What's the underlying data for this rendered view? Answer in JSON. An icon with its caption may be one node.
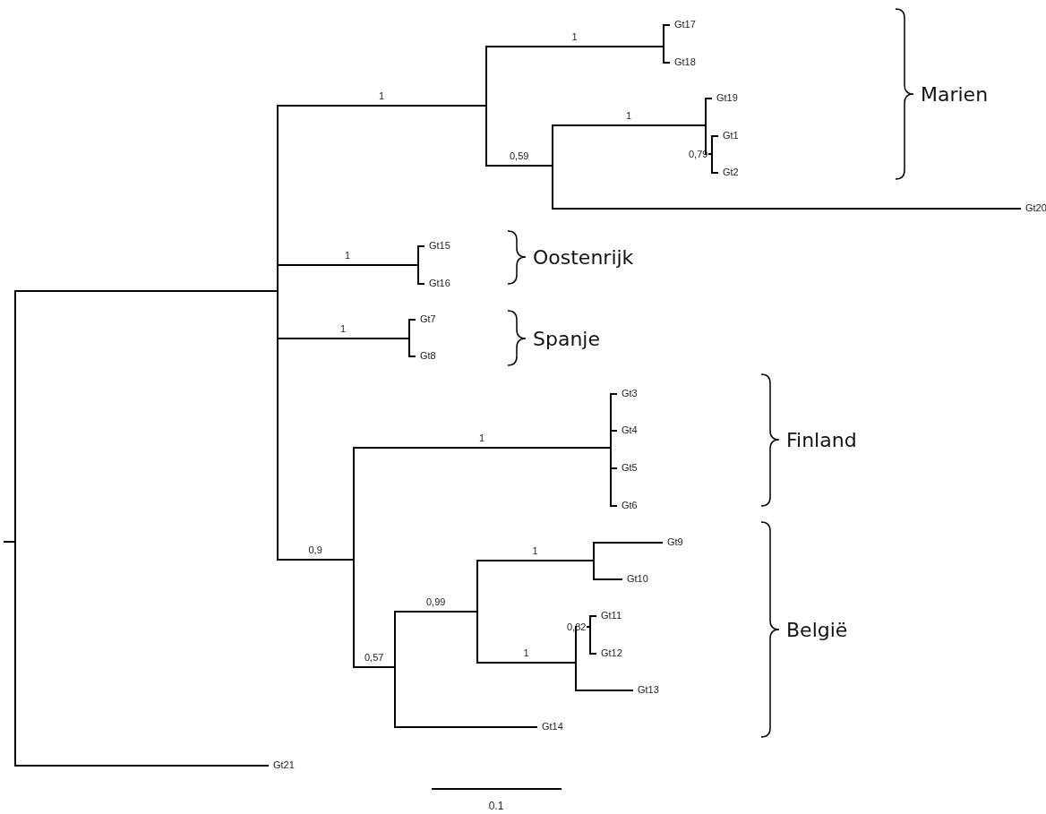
{
  "diagram": {
    "nodes": [
      {
        "text": [],
        "shape": "bar"
      },
      {
        "text": [],
        "shape": "bar"
      },
      {
        "text": [],
        "shape": "bar"
      },
      {
        "text": [],
        "shape": "bar"
      },
      {
        "text": [
          "Gt17"
        ]
      },
      {
        "text": [
          "Gt18"
        ]
      },
      {
        "text": [],
        "shape": "bar"
      },
      {
        "text": [],
        "shape": "bar"
      },
      {
        "text": [
          "Gt19"
        ]
      },
      {
        "text": [],
        "shape": "bar"
      },
      {
        "text": [
          "Gt1"
        ]
      },
      {
        "text": [
          "Gt2"
        ]
      },
      {
        "text": [
          "Gt20"
        ]
      },
      {
        "text": [],
        "shape": "bar"
      },
      {
        "text": [
          "Gt15"
        ]
      },
      {
        "text": [
          "Gt16"
        ]
      },
      {
        "text": [],
        "shape": "bar"
      },
      {
        "text": [
          "Gt7"
        ]
      },
      {
        "text": [
          "Gt8"
        ]
      },
      {
        "text": [],
        "shape": "bar"
      },
      {
        "text": [],
        "shape": "bar"
      },
      {
        "text": [
          "Gt3"
        ]
      },
      {
        "text": [
          "Gt4"
        ]
      },
      {
        "text": [
          "Gt5"
        ]
      },
      {
        "text": [
          "Gt6"
        ]
      },
      {
        "text": [],
        "shape": "bar"
      },
      {
        "text": [],
        "shape": "bar"
      },
      {
        "text": [],
        "shape": "bar"
      },
      {
        "text": [
          "Gt9"
        ]
      },
      {
        "text": [
          "Gt10"
        ]
      },
      {
        "text": [],
        "shape": "bar"
      },
      {
        "text": [],
        "shape": "bar"
      },
      {
        "text": [
          "Gt11"
        ]
      },
      {
        "text": [
          "Gt12"
        ]
      },
      {
        "text": [
          "Gt13"
        ]
      },
      {
        "text": [
          "Gt14"
        ]
      },
      {
        "text": [
          "Gt21"
        ]
      }
    ],
    "edges": [
      {
        "from": null,
        "to": 0,
        "arrow": "none"
      },
      {
        "from": 0,
        "to": 1,
        "arrow": "none"
      },
      {
        "from": 0,
        "to": 36,
        "arrow": "none"
      },
      {
        "from": 1,
        "to": 2,
        "arrow": "none",
        "label": "1"
      },
      {
        "from": 1,
        "to": 13,
        "arrow": "none",
        "label": "1"
      },
      {
        "from": 1,
        "to": 16,
        "arrow": "none",
        "label": "1"
      },
      {
        "from": 1,
        "to": 19,
        "arrow": "none",
        "label": "0,9"
      },
      {
        "from": 2,
        "to": 3,
        "arrow": "none",
        "label": "1"
      },
      {
        "from": 2,
        "to": 6,
        "arrow": "none",
        "label": "0,59"
      },
      {
        "from": 3,
        "to": 4,
        "arrow": "none"
      },
      {
        "from": 3,
        "to": 5,
        "arrow": "none"
      },
      {
        "from": 6,
        "to": 7,
        "arrow": "none",
        "label": "1"
      },
      {
        "from": 6,
        "to": 12,
        "arrow": "none"
      },
      {
        "from": 7,
        "to": 8,
        "arrow": "none"
      },
      {
        "from": 7,
        "to": 9,
        "arrow": "none",
        "label": "0,79"
      },
      {
        "from": 9,
        "to": 10,
        "arrow": "none"
      },
      {
        "from": 9,
        "to": 11,
        "arrow": "none"
      },
      {
        "from": 13,
        "to": 14,
        "arrow": "none"
      },
      {
        "from": 13,
        "to": 15,
        "arrow": "none"
      },
      {
        "from": 16,
        "to": 17,
        "arrow": "none"
      },
      {
        "from": 16,
        "to": 18,
        "arrow": "none"
      },
      {
        "from": 19,
        "to": 20,
        "arrow": "none",
        "label": "1"
      },
      {
        "from": 19,
        "to": 25,
        "arrow": "none",
        "label": "0,57"
      },
      {
        "from": 20,
        "to": 21,
        "arrow": "none"
      },
      {
        "from": 20,
        "to": 22,
        "arrow": "none"
      },
      {
        "from": 20,
        "to": 23,
        "arrow": "none"
      },
      {
        "from": 20,
        "to": 24,
        "arrow": "none"
      },
      {
        "from": 25,
        "to": 26,
        "arrow": "none",
        "label": "0,99"
      },
      {
        "from": 25,
        "to": 35,
        "arrow": "none"
      },
      {
        "from": 26,
        "to": 27,
        "arrow": "none",
        "label": "1"
      },
      {
        "from": 26,
        "to": 30,
        "arrow": "none",
        "label": "1"
      },
      {
        "from": 27,
        "to": 28,
        "arrow": "none"
      },
      {
        "from": 27,
        "to": 29,
        "arrow": "none"
      },
      {
        "from": 30,
        "to": 31,
        "arrow": "none",
        "label": "0,82"
      },
      {
        "from": 30,
        "to": 34,
        "arrow": "none"
      },
      {
        "from": 31,
        "to": 32,
        "arrow": "none"
      },
      {
        "from": 31,
        "to": 33,
        "arrow": "none"
      }
    ],
    "labels": [
      "Marien",
      "Oostenrijk",
      "Spanje",
      "Finland",
      "België",
      "0.1"
    ]
  }
}
